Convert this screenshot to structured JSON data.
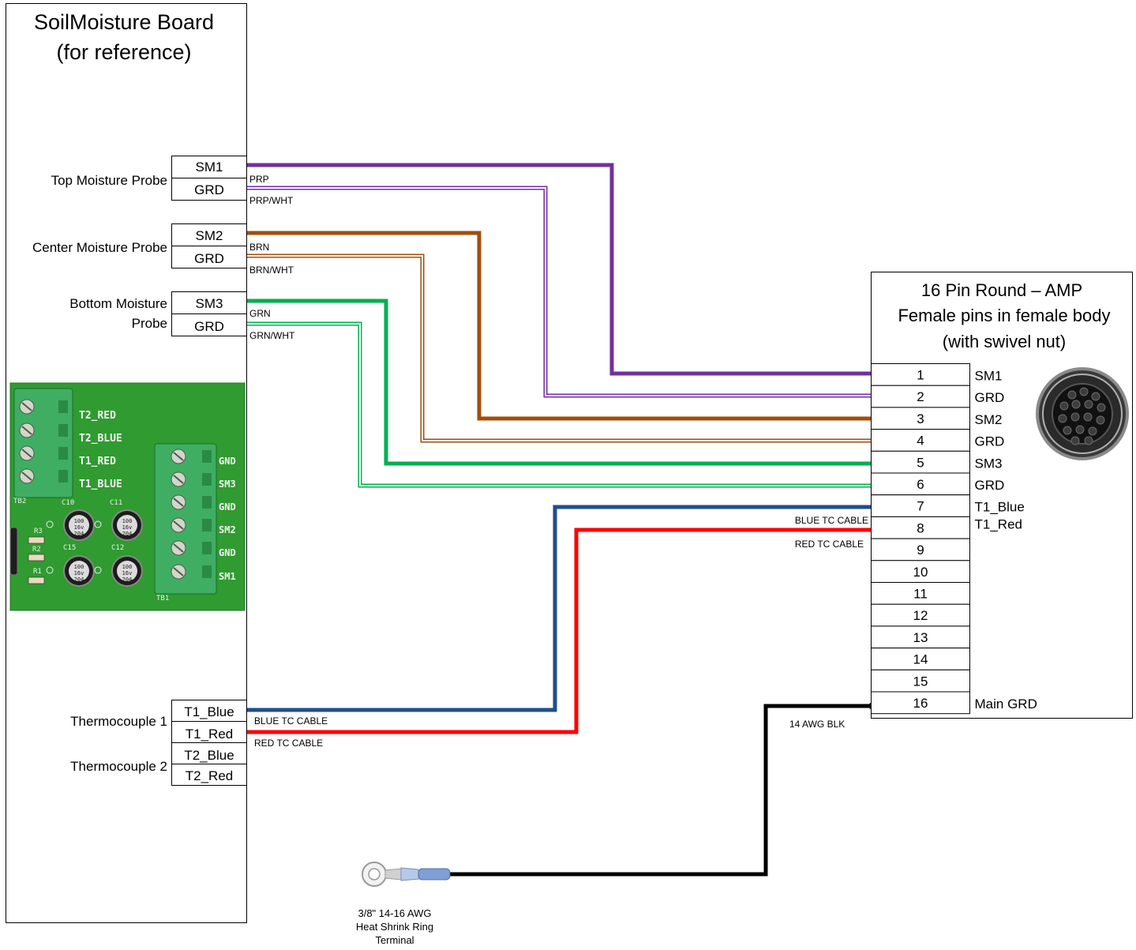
{
  "board": {
    "title_line1": "SoilMoisture Board",
    "title_line2": "(for reference)",
    "probe_labels": {
      "top": "Top Moisture Probe",
      "center": "Center Moisture Probe",
      "bottom_line1": "Bottom Moisture",
      "bottom_line2": "Probe",
      "tc1": "Thermocouple 1",
      "tc2": "Thermocouple 2"
    },
    "terminals": [
      "SM1",
      "GRD",
      "SM2",
      "GRD",
      "SM3",
      "GRD"
    ],
    "tc_terminals": [
      "T1_Blue",
      "T1_Red",
      "T2_Blue",
      "T2_Red"
    ],
    "pcb_photo": {
      "left_labels": [
        "T2_RED",
        "T2_BLUE",
        "T1_RED",
        "T1_BLUE"
      ],
      "right_labels": [
        "GND",
        "SM3",
        "GND",
        "SM2",
        "GND",
        "SM1"
      ],
      "component_labels": [
        "TB2",
        "C10",
        "C11",
        "R3",
        "R2",
        "C15",
        "C12",
        "R1",
        "TB1"
      ],
      "capacitor_text": [
        "100",
        "16v",
        "204"
      ]
    }
  },
  "connector": {
    "title_line1": "16 Pin Round – AMP",
    "title_line2": "Female pins in female body",
    "title_line3": "(with swivel nut)",
    "pins": [
      {
        "num": "1",
        "sig": "SM1"
      },
      {
        "num": "2",
        "sig": "GRD"
      },
      {
        "num": "3",
        "sig": "SM2"
      },
      {
        "num": "4",
        "sig": "GRD"
      },
      {
        "num": "5",
        "sig": "SM3"
      },
      {
        "num": "6",
        "sig": "GRD"
      },
      {
        "num": "7",
        "sig": "T1_Blue"
      },
      {
        "num": "8",
        "sig": "T1_Red"
      },
      {
        "num": "9",
        "sig": ""
      },
      {
        "num": "10",
        "sig": ""
      },
      {
        "num": "11",
        "sig": ""
      },
      {
        "num": "12",
        "sig": ""
      },
      {
        "num": "13",
        "sig": ""
      },
      {
        "num": "14",
        "sig": ""
      },
      {
        "num": "15",
        "sig": ""
      },
      {
        "num": "16",
        "sig": "Main GRD"
      }
    ]
  },
  "wires": {
    "prp": "PRP",
    "prp_wht": "PRP/WHT",
    "brn": "BRN",
    "brn_wht": "BRN/WHT",
    "grn": "GRN",
    "grn_wht": "GRN/WHT",
    "blue_tc": "BLUE TC CABLE",
    "red_tc": "RED TC CABLE",
    "blk": "14 AWG BLK"
  },
  "terminal_part": {
    "line1": "3/8\" 14-16 AWG",
    "line2": "Heat Shrink Ring",
    "line3": "Terminal"
  },
  "colors": {
    "purple": "#7030a0",
    "brown": "#a14f0a",
    "green": "#00b050",
    "blue": "#1f4e8c",
    "red": "#ff0000",
    "black": "#000000",
    "pcb_green": "#2e9a2e",
    "terminal_block": "#3fae62"
  }
}
